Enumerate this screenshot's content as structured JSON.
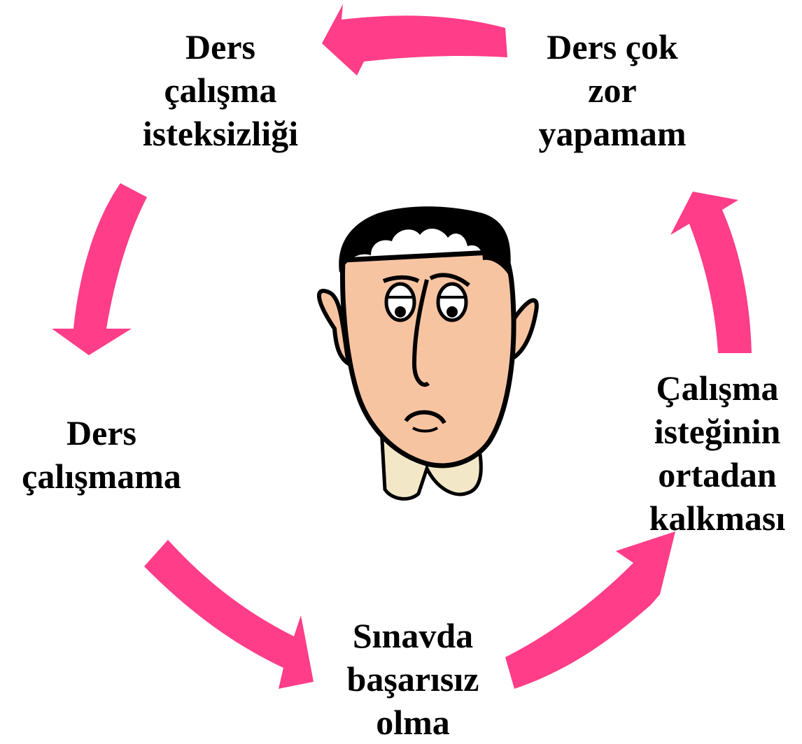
{
  "diagram": {
    "type": "cycle",
    "accent_color": "#ff3d88",
    "center_icon": "sad-face-icon",
    "nodes": [
      {
        "id": "top_right",
        "lines": [
          "Ders çok",
          "zor",
          "yapamam"
        ]
      },
      {
        "id": "top_left",
        "lines": [
          "Ders",
          "çalışma",
          "isteksizliği"
        ]
      },
      {
        "id": "left",
        "lines": [
          "Ders",
          "çalışmama"
        ]
      },
      {
        "id": "bottom",
        "lines": [
          "Sınavda",
          "başarısız",
          "olma"
        ]
      },
      {
        "id": "right",
        "lines": [
          "Çalışma",
          "isteğinin",
          "ortadan",
          "kalkması"
        ]
      }
    ],
    "edges": [
      {
        "from": "top_right",
        "to": "top_left"
      },
      {
        "from": "top_left",
        "to": "left"
      },
      {
        "from": "left",
        "to": "bottom"
      },
      {
        "from": "bottom",
        "to": "right"
      },
      {
        "from": "right",
        "to": "top_right"
      }
    ]
  }
}
